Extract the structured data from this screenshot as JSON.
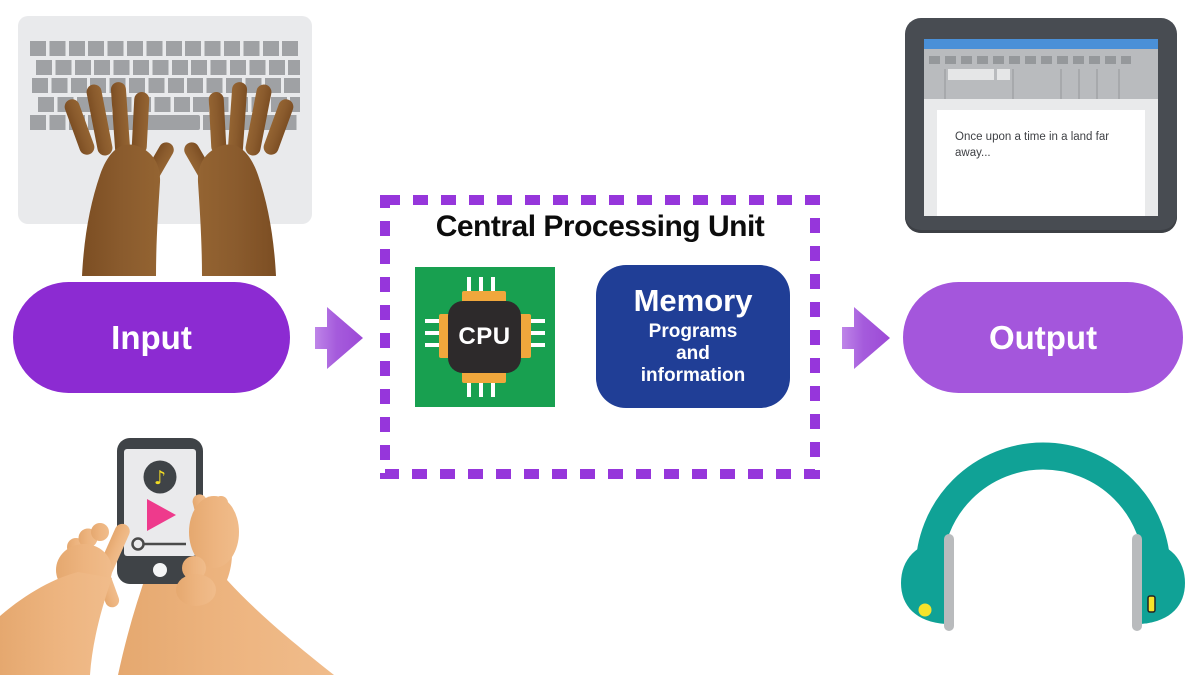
{
  "flow": {
    "input_label": "Input",
    "output_label": "Output"
  },
  "cpu_box": {
    "title": "Central Processing Unit",
    "chip_label": "CPU",
    "memory_title": "Memory",
    "memory_lines": [
      "Programs",
      "and",
      "information"
    ]
  },
  "monitor": {
    "document_text": "Once upon a time in a land far away..."
  },
  "icons": {
    "music_note_glyph": "♪"
  },
  "colors": {
    "input_pill": "#8C2BD2",
    "output_pill": "#A456DC",
    "flow_arrow": "#A55BDC",
    "cpu_dashed_border": "#9636DB",
    "cpu_board_green": "#18A050",
    "chip_body": "#2D2A2B",
    "chip_pads_orange": "#F0A73C",
    "memory_blue": "#203E96",
    "headphones_teal": "#10A296",
    "play_button_pink": "#EE3A8C",
    "music_note_yellow": "#F2DC24",
    "typing_hands_brown": "#8A5B2D",
    "phone_hands_tan": "#EDB47F"
  }
}
